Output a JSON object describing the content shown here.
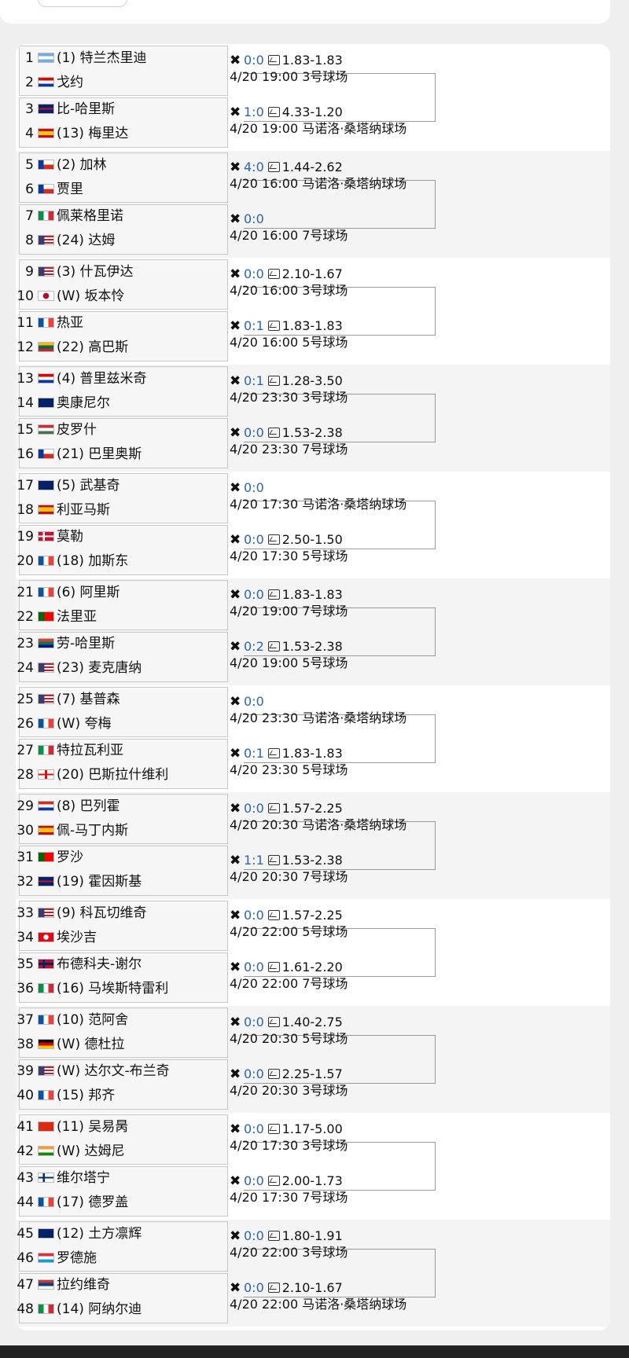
{
  "groups": [
    {
      "players": [
        {
          "num": "1",
          "flag": "AR",
          "name": "(1) 特兰杰里迪"
        },
        {
          "num": "2",
          "flag": "HR",
          "name": "戈约"
        },
        {
          "num": "3",
          "flag": "GB",
          "name": "比-哈里斯"
        },
        {
          "num": "4",
          "flag": "ES",
          "name": "(13) 梅里达"
        }
      ],
      "matches": [
        {
          "score": "0:0",
          "odds": "1.83-1.83",
          "info": "4/20 19:00 3号球场"
        },
        {
          "score": "1:0",
          "odds": "4.33-1.20",
          "info": "4/20 19:00 马诺洛·桑塔纳球场"
        }
      ]
    },
    {
      "players": [
        {
          "num": "5",
          "flag": "CL",
          "name": "(2) 加林"
        },
        {
          "num": "6",
          "flag": "CL",
          "name": "贾里"
        },
        {
          "num": "7",
          "flag": "IT",
          "name": "佩莱格里诺"
        },
        {
          "num": "8",
          "flag": "US",
          "name": "(24) 达姆"
        }
      ],
      "matches": [
        {
          "score": "4:0",
          "odds": "1.44-2.62",
          "info": "4/20 16:00 马诺洛·桑塔纳球场"
        },
        {
          "score": "0:0",
          "odds": "",
          "info": "4/20 16:00 7号球场"
        }
      ]
    },
    {
      "players": [
        {
          "num": "9",
          "flag": "US",
          "name": "(3) 什瓦伊达"
        },
        {
          "num": "10",
          "flag": "JP",
          "name": "(W) 坂本怜"
        },
        {
          "num": "11",
          "flag": "FR",
          "name": "热亚"
        },
        {
          "num": "12",
          "flag": "LT",
          "name": "(22) 高巴斯"
        }
      ],
      "matches": [
        {
          "score": "0:0",
          "odds": "2.10-1.67",
          "info": "4/20 16:00 3号球场"
        },
        {
          "score": "0:1",
          "odds": "1.83-1.83",
          "info": "4/20 16:00 5号球场"
        }
      ]
    },
    {
      "players": [
        {
          "num": "13",
          "flag": "HR",
          "name": "(4) 普里兹米奇"
        },
        {
          "num": "14",
          "flag": "AU",
          "name": "奥康尼尔"
        },
        {
          "num": "15",
          "flag": "HU",
          "name": "皮罗什"
        },
        {
          "num": "16",
          "flag": "CL",
          "name": "(21) 巴里奥斯"
        }
      ],
      "matches": [
        {
          "score": "0:1",
          "odds": "1.28-3.50",
          "info": "4/20 23:30 3号球场"
        },
        {
          "score": "0:0",
          "odds": "1.53-2.38",
          "info": "4/20 23:30 7号球场"
        }
      ]
    },
    {
      "players": [
        {
          "num": "17",
          "flag": "AU",
          "name": "(5) 武基奇"
        },
        {
          "num": "18",
          "flag": "ES",
          "name": "利亚马斯"
        },
        {
          "num": "19",
          "flag": "DK",
          "name": "莫勒"
        },
        {
          "num": "20",
          "flag": "FR",
          "name": "(18) 加斯东"
        }
      ],
      "matches": [
        {
          "score": "0:0",
          "odds": "",
          "info": "4/20 17:30 马诺洛·桑塔纳球场"
        },
        {
          "score": "0:0",
          "odds": "2.50-1.50",
          "info": "4/20 17:30 5号球场"
        }
      ]
    },
    {
      "players": [
        {
          "num": "21",
          "flag": "FR",
          "name": "(6) 阿里斯"
        },
        {
          "num": "22",
          "flag": "PT",
          "name": "法里亚"
        },
        {
          "num": "23",
          "flag": "ZA",
          "name": "劳-哈里斯"
        },
        {
          "num": "24",
          "flag": "US",
          "name": "(23) 麦克唐纳"
        }
      ],
      "matches": [
        {
          "score": "0:0",
          "odds": "1.83-1.83",
          "info": "4/20 19:00 7号球场"
        },
        {
          "score": "0:2",
          "odds": "1.53-2.38",
          "info": "4/20 19:00 5号球场"
        }
      ]
    },
    {
      "players": [
        {
          "num": "25",
          "flag": "US",
          "name": "(7) 基普森"
        },
        {
          "num": "26",
          "flag": "FR",
          "name": "(W) 夸梅"
        },
        {
          "num": "27",
          "flag": "IT",
          "name": "特拉瓦利亚"
        },
        {
          "num": "28",
          "flag": "GE",
          "name": "(20) 巴斯拉什维利"
        }
      ],
      "matches": [
        {
          "score": "0:0",
          "odds": "",
          "info": "4/20 23:30 马诺洛·桑塔纳球场"
        },
        {
          "score": "0:1",
          "odds": "1.83-1.83",
          "info": "4/20 23:30 5号球场"
        }
      ]
    },
    {
      "players": [
        {
          "num": "29",
          "flag": "PY",
          "name": "(8) 巴列霍"
        },
        {
          "num": "30",
          "flag": "ES",
          "name": "佩-马丁内斯"
        },
        {
          "num": "31",
          "flag": "PT",
          "name": "罗沙"
        },
        {
          "num": "32",
          "flag": "GB",
          "name": "(19) 霍因斯基"
        }
      ],
      "matches": [
        {
          "score": "0:0",
          "odds": "1.57-2.25",
          "info": "4/20 20:30 马诺洛·桑塔纳球场"
        },
        {
          "score": "1:1",
          "odds": "1.53-2.38",
          "info": "4/20 20:30 7号球场"
        }
      ]
    },
    {
      "players": [
        {
          "num": "33",
          "flag": "US",
          "name": "(9) 科瓦切维奇"
        },
        {
          "num": "34",
          "flag": "TN",
          "name": "埃沙吉"
        },
        {
          "num": "35",
          "flag": "NO",
          "name": "布德科夫-谢尔"
        },
        {
          "num": "36",
          "flag": "IT",
          "name": "(16) 马埃斯特雷利"
        }
      ],
      "matches": [
        {
          "score": "0:0",
          "odds": "1.57-2.25",
          "info": "4/20 22:00 5号球场"
        },
        {
          "score": "0:0",
          "odds": "1.61-2.20",
          "info": "4/20 22:00 7号球场"
        }
      ]
    },
    {
      "players": [
        {
          "num": "37",
          "flag": "FR",
          "name": "(10) 范阿舍"
        },
        {
          "num": "38",
          "flag": "DE",
          "name": "(W) 德杜拉"
        },
        {
          "num": "39",
          "flag": "US",
          "name": "(W) 达尔文-布兰奇"
        },
        {
          "num": "40",
          "flag": "FR",
          "name": "(15) 邦齐"
        }
      ],
      "matches": [
        {
          "score": "0:0",
          "odds": "1.40-2.75",
          "info": "4/20 20:30 5号球场"
        },
        {
          "score": "0:0",
          "odds": "2.25-1.57",
          "info": "4/20 20:30 3号球场"
        }
      ]
    },
    {
      "players": [
        {
          "num": "41",
          "flag": "CN",
          "name": "(11) 吴易昺"
        },
        {
          "num": "42",
          "flag": "IN",
          "name": "(W) 达姆尼"
        },
        {
          "num": "43",
          "flag": "FI",
          "name": "维尔塔宁"
        },
        {
          "num": "44",
          "flag": "FR",
          "name": "(17) 德罗盖"
        }
      ],
      "matches": [
        {
          "score": "0:0",
          "odds": "1.17-5.00",
          "info": "4/20 17:30 3号球场"
        },
        {
          "score": "0:0",
          "odds": "2.00-1.73",
          "info": "4/20 17:30 7号球场"
        }
      ]
    },
    {
      "players": [
        {
          "num": "45",
          "flag": "AU",
          "name": "(12) 土方凛辉"
        },
        {
          "num": "46",
          "flag": "LU",
          "name": "罗德施"
        },
        {
          "num": "47",
          "flag": "RS",
          "name": "拉约维奇"
        },
        {
          "num": "48",
          "flag": "IT",
          "name": "(14) 阿纳尔迪"
        }
      ],
      "matches": [
        {
          "score": "0:0",
          "odds": "1.80-1.91",
          "info": "4/20 22:00 3号球场"
        },
        {
          "score": "0:0",
          "odds": "2.10-1.67",
          "info": "4/20 22:00 马诺洛·桑塔纳球场"
        }
      ]
    }
  ],
  "colors": {
    "score": "#2d63b8",
    "alt_bg": "#f4f4f4",
    "card": "#ffffff",
    "page": "#efefef"
  }
}
